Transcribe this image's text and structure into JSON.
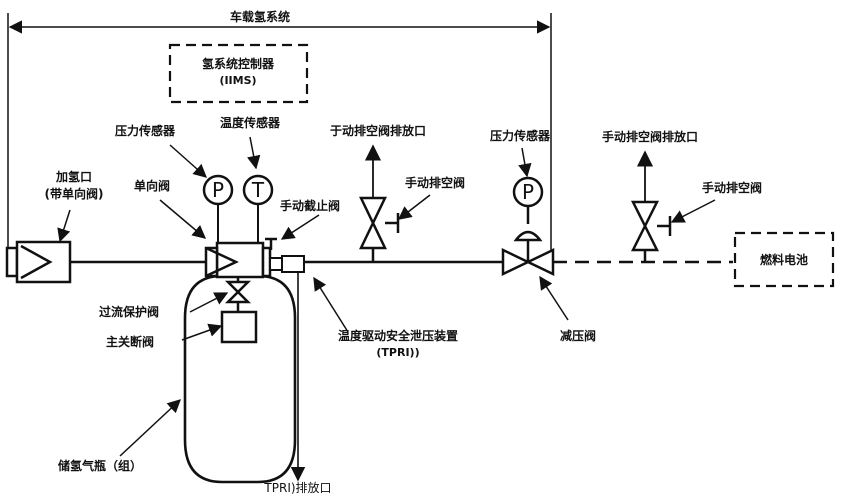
{
  "diagram": {
    "system_title": "车载氢系统",
    "controller": {
      "name": "氢系统控制器",
      "abbr": "(IIMS)"
    },
    "labels": {
      "pressure_sensor_left": "压力传感器",
      "temperature_sensor": "温度传感器",
      "manual_vent_outlet_mid": "于动排空阀排放口",
      "pressure_sensor_right": "压力传感器",
      "manual_vent_outlet_right": "手动排空阀排放口",
      "refuel_port": "加氢口",
      "refuel_port_sub": "(带单向阀)",
      "check_valve": "单向阀",
      "manual_vent_valve_mid": "手动排空阀",
      "manual_shutoff_valve": "手动截止阀",
      "manual_vent_valve_right": "手动排空阀",
      "fuel_cell": "燃料电池",
      "excess_flow_valve": "过流保护阀",
      "main_shutoff_valve": "主关断阀",
      "tprd": "温度驱动安全泄压装置",
      "tprd_abbr": "(TPRI))",
      "pressure_reducer": "减压阀",
      "tank": "储氢气瓶（组）",
      "tprd_outlet": "TPRI)排放口"
    },
    "gauge_letters": {
      "pressure": "P",
      "temperature": "T"
    }
  }
}
